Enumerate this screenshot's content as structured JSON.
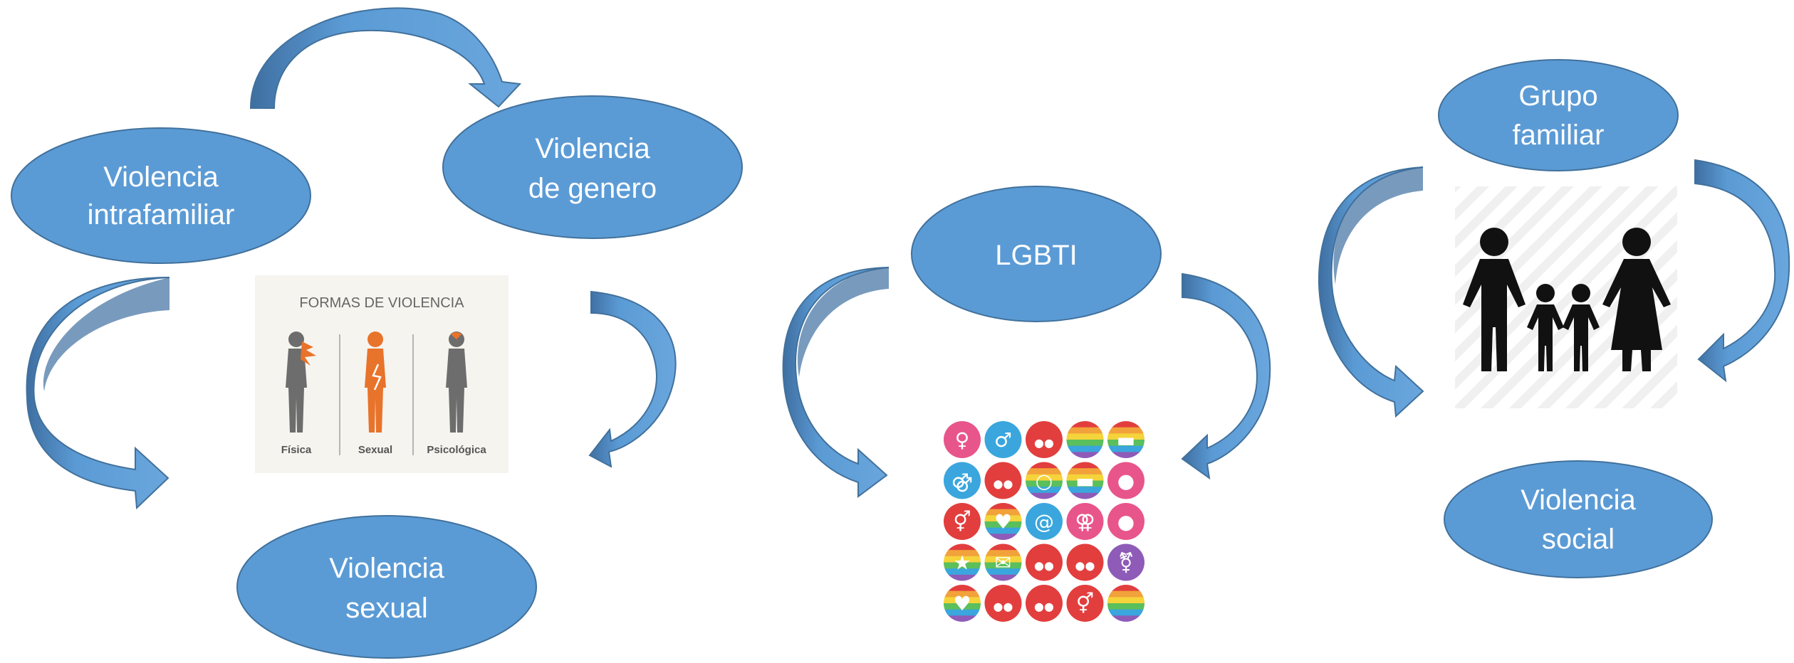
{
  "diagram": {
    "nodes": {
      "violencia_intrafamiliar": [
        "Violencia",
        "intrafamiliar"
      ],
      "violencia_genero": [
        "Violencia",
        "de genero"
      ],
      "violencia_sexual": [
        "Violencia",
        "sexual"
      ],
      "lgbti": [
        "LGBTI"
      ],
      "grupo_familiar": [
        "Grupo",
        "familiar"
      ],
      "violencia_social": [
        "Violencia",
        "social"
      ]
    },
    "formas_image": {
      "title": "FORMAS DE VIOLENCIA",
      "labels": [
        "Física",
        "Sexual",
        "Psicológica"
      ]
    },
    "lgbti_icons": [
      "female-symbol",
      "male-symbol",
      "family",
      "rainbow-flag",
      "rainbow-speech",
      "male-male-symbol",
      "family",
      "rainbow-circle",
      "rainbow-speech",
      "child",
      "female-male-symbol",
      "rainbow-heart",
      "at-sign",
      "female-female-symbol",
      "child",
      "rainbow-star",
      "rainbow-envelope",
      "family",
      "family",
      "transgender-symbol",
      "rainbow-heart",
      "family",
      "family",
      "female-male-symbol",
      "rainbow-flag"
    ],
    "family_icon": "family-silhouette-icon"
  },
  "colors": {
    "node_fill": "#5b9bd5",
    "node_stroke": "#41719c",
    "arrow_fill": "#5b9bd5",
    "arrow_dark": "#3f6fa1",
    "orange": "#e8732a",
    "gray_figure": "#6d6d6d"
  }
}
